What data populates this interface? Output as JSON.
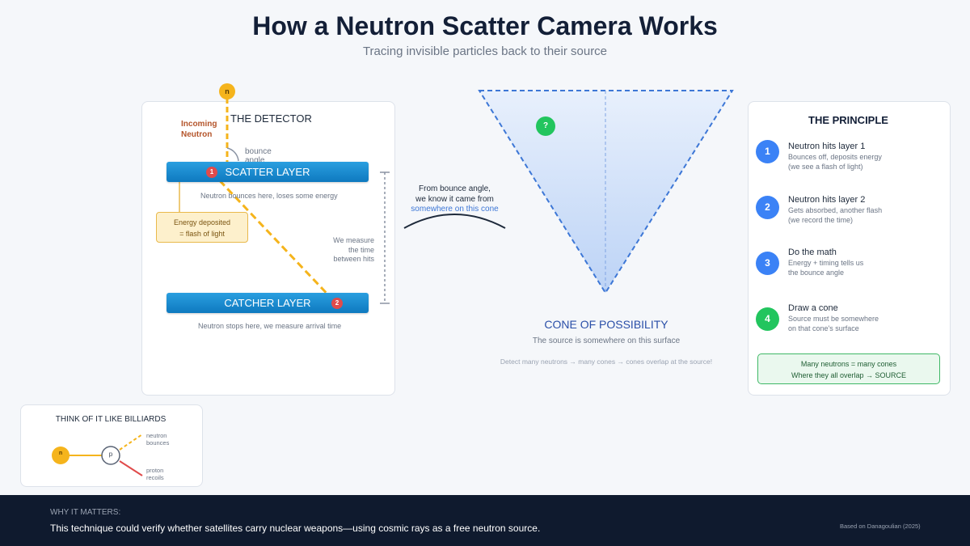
{
  "header": {
    "title": "How a Neutron Scatter Camera Works",
    "subtitle": "Tracing invisible particles back to their source"
  },
  "detector": {
    "heading": "THE DETECTOR",
    "incoming_label_line1": "Incoming",
    "incoming_label_line2": "Neutron",
    "neutron_symbol": "n",
    "bounce_label_line1": "bounce",
    "bounce_label_line2": "angle",
    "scatter_layer": "SCATTER LAYER",
    "scatter_note": "Neutron bounces here, loses some energy",
    "hit1": "1",
    "hit2": "2",
    "energy_line1": "Energy deposited",
    "energy_line2": "= flash of light",
    "measure_line1": "We measure",
    "measure_line2": "the time",
    "measure_line3": "between hits",
    "catcher_layer": "CATCHER LAYER",
    "catcher_note": "Neutron stops here, we measure arrival time"
  },
  "cone": {
    "bounce_line1": "From bounce angle,",
    "bounce_line2": "we know it came from",
    "bounce_line3": "somewhere on this cone",
    "unknown_symbol": "?",
    "heading": "CONE OF POSSIBILITY",
    "note": "The source is somewhere on this surface",
    "many_note": "Detect many neutrons → many cones → cones overlap at the source!"
  },
  "principle": {
    "heading": "THE PRINCIPLE",
    "steps": [
      {
        "num": "1",
        "title": "Neutron hits layer 1",
        "desc1": "Bounces off, deposits energy",
        "desc2": "(we see a flash of light)"
      },
      {
        "num": "2",
        "title": "Neutron hits layer 2",
        "desc1": "Gets absorbed, another flash",
        "desc2": "(we record the time)"
      },
      {
        "num": "3",
        "title": "Do the math",
        "desc1": "Energy + timing tells us",
        "desc2": "the bounce angle"
      },
      {
        "num": "4",
        "title": "Draw a cone",
        "desc1": "Source must be somewhere",
        "desc2": "on that cone's surface"
      }
    ],
    "summary_line1": "Many neutrons = many cones",
    "summary_line2": "Where they all overlap → SOURCE"
  },
  "billiards": {
    "heading": "THINK OF IT LIKE BILLIARDS",
    "neutron_symbol": "n",
    "proton_symbol": "p",
    "neutron_label_line1": "neutron",
    "neutron_label_line2": "bounces",
    "proton_label_line1": "proton",
    "proton_label_line2": "recoils"
  },
  "footer": {
    "label": "WHY IT MATTERS:",
    "text": "This technique could verify whether satellites carry nuclear weapons—using cosmic rays as a free neutron source.",
    "credit": "Based on Danagoulian (2025)"
  },
  "colors": {
    "neutron": "#f5b41c",
    "hit": "#e04b4b",
    "layer": "#1a8bd0",
    "step_blue": "#3b82f6",
    "step_green": "#22c55e",
    "cone_heading": "#2a4fa8",
    "footer_bg": "#0f1a2e"
  }
}
